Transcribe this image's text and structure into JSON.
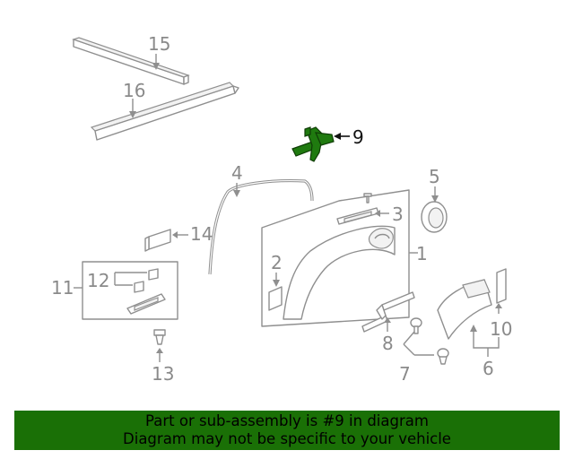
{
  "callouts": {
    "c1": "1",
    "c2": "2",
    "c3": "3",
    "c4": "4",
    "c5": "5",
    "c6": "6",
    "c7": "7",
    "c8": "8",
    "c9": "9",
    "c10": "10",
    "c11": "11",
    "c12": "12",
    "c13": "13",
    "c14": "14",
    "c15": "15",
    "c16": "16"
  },
  "highlighted_part": "9",
  "colors": {
    "highlight": "#1f7a0f",
    "banner": "#1a7006",
    "line_art": "#8f8f8f"
  },
  "banner": {
    "line1": "Part or sub-assembly is #9 in diagram",
    "line2": "Diagram may not be specific to your vehicle"
  }
}
